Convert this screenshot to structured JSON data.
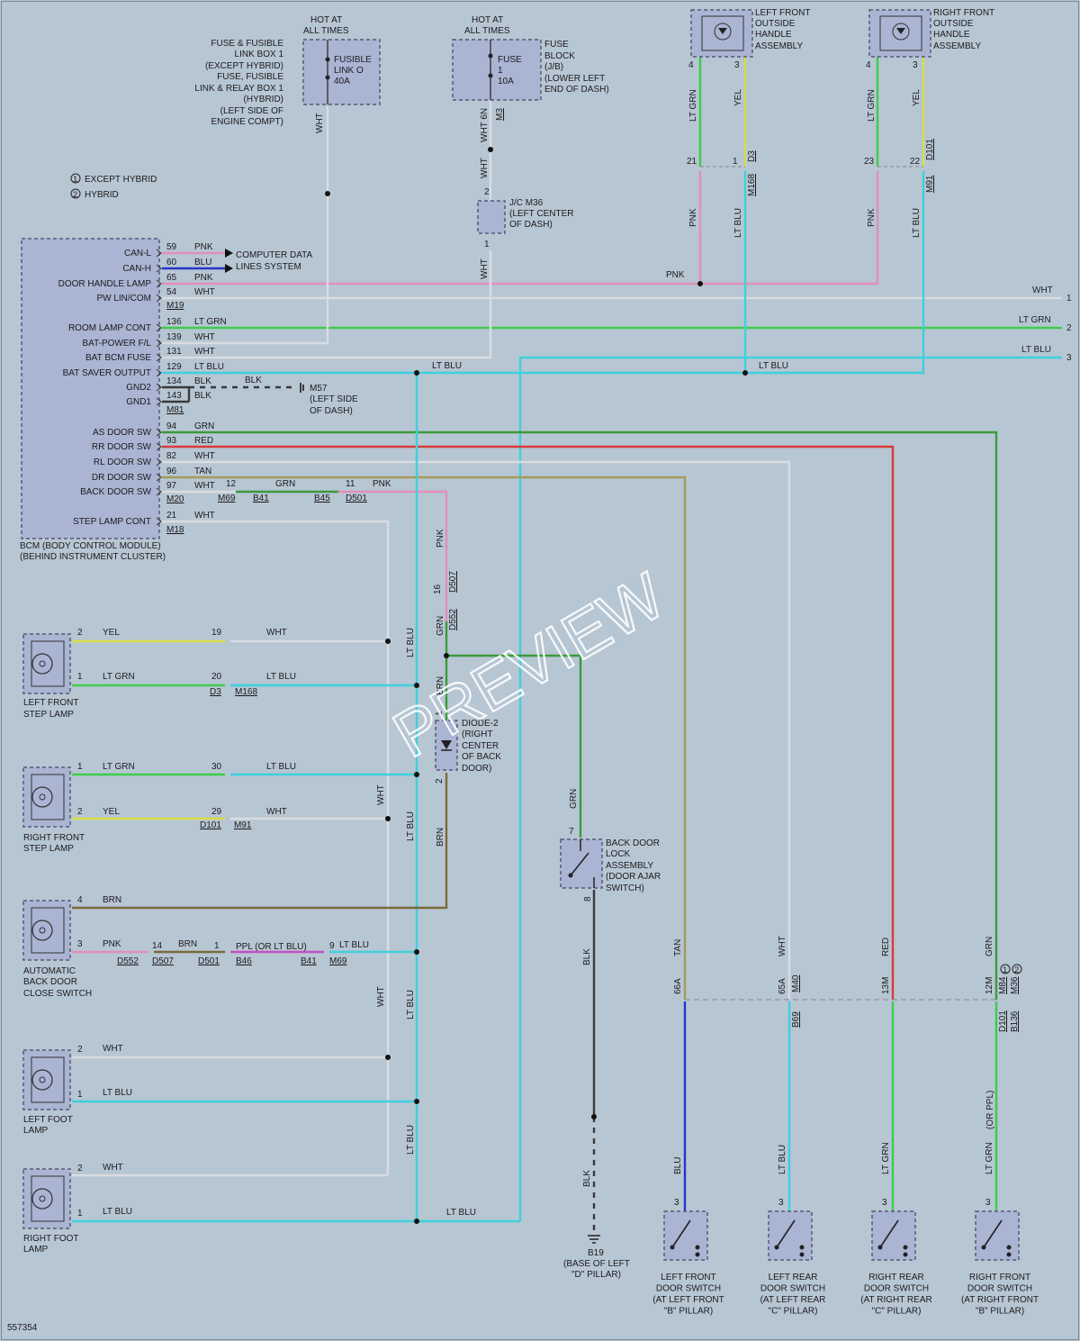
{
  "drawing_id": "557354",
  "watermark": "PREVIEW",
  "legend": [
    "EXCEPT HYBRID",
    "HYBRID"
  ],
  "legend_marks": [
    "1",
    "2"
  ],
  "sources": {
    "hot1": [
      "HOT AT",
      "ALL TIMES"
    ],
    "hot2": [
      "HOT AT",
      "ALL TIMES"
    ],
    "fusible_box_desc": [
      "FUSE & FUSIBLE",
      "LINK BOX 1",
      "(EXCEPT HYBRID)",
      "FUSE, FUSIBLE",
      "LINK & RELAY BOX 1",
      "(HYBRID)",
      "(LEFT SIDE OF",
      "ENGINE COMPT)"
    ],
    "fusible_inner": [
      "FUSIBLE",
      "LINK O",
      "40A"
    ],
    "fuse_block_desc": [
      "FUSE",
      "BLOCK",
      "(J/B)",
      "(LOWER LEFT",
      "END OF DASH)"
    ],
    "fuse_inner": [
      "FUSE",
      "1",
      "10A"
    ],
    "jc_desc": [
      "J/C M36",
      "(LEFT CENTER",
      "OF DASH)"
    ],
    "ground_m57": [
      "M57",
      "(LEFT SIDE",
      "OF DASH)"
    ],
    "wire_wht": "WHT",
    "wire_wht_6n": "WHT 6N",
    "conn_m3": "M3",
    "jc_pin_top": "2",
    "jc_pin_bot": "1"
  },
  "handles": {
    "left": [
      "LEFT FRONT",
      "OUTSIDE",
      "HANDLE",
      "ASSEMBLY"
    ],
    "right": [
      "RIGHT FRONT",
      "OUTSIDE",
      "HANDLE",
      "ASSEMBLY"
    ],
    "left_pins": [
      "4",
      "3",
      "21",
      "1"
    ],
    "right_pins": [
      "4",
      "3",
      "23",
      "22"
    ],
    "left_conns": [
      "D3",
      "M168"
    ],
    "right_conns": [
      "D101",
      "M91"
    ]
  },
  "bcm": {
    "name": [
      "BCM (BODY CONTROL MODULE)",
      "(BEHIND INSTRUMENT CLUSTER)"
    ],
    "pins": [
      {
        "label": "CAN-L",
        "pin": "59",
        "color": "PNK"
      },
      {
        "label": "CAN-H",
        "pin": "60",
        "color": "BLU"
      },
      {
        "label": "DOOR HANDLE LAMP",
        "pin": "65",
        "color": "PNK"
      },
      {
        "label": "PW LIN/COM",
        "pin": "54",
        "color": "WHT"
      },
      {
        "label": "ROOM LAMP CONT",
        "pin": "136",
        "color": "LT GRN"
      },
      {
        "label": "BAT-POWER F/L",
        "pin": "139",
        "color": "WHT"
      },
      {
        "label": "BAT BCM FUSE",
        "pin": "131",
        "color": "WHT"
      },
      {
        "label": "BAT SAVER OUTPUT",
        "pin": "129",
        "color": "LT BLU"
      },
      {
        "label": "GND2",
        "pin": "134",
        "color": "BLK"
      },
      {
        "label": "GND1",
        "pin": "143",
        "color": "BLK"
      },
      {
        "label": "AS DOOR SW",
        "pin": "94",
        "color": "GRN"
      },
      {
        "label": "RR DOOR SW",
        "pin": "93",
        "color": "RED"
      },
      {
        "label": "RL DOOR SW",
        "pin": "82",
        "color": "WHT"
      },
      {
        "label": "DR DOOR SW",
        "pin": "96",
        "color": "TAN"
      },
      {
        "label": "BACK DOOR SW",
        "pin": "97",
        "color": "WHT"
      },
      {
        "label": "STEP LAMP CONT",
        "pin": "21",
        "color": "WHT"
      }
    ],
    "connectors": [
      "M19",
      "M81",
      "M20",
      "M18"
    ],
    "computer_data": [
      "COMPUTER DATA",
      "LINES SYSTEM"
    ],
    "back_door_path": [
      "12",
      "GRN",
      "11",
      "PNK",
      "M69",
      "B41",
      "B45",
      "D501"
    ]
  },
  "terminals": [
    {
      "num": "1",
      "color": "WHT"
    },
    {
      "num": "2",
      "color": "LT GRN"
    },
    {
      "num": "3",
      "color": "LT BLU"
    }
  ],
  "wire_labels": {
    "pnk": "PNK",
    "ltblu": "LT BLU",
    "ltgrn": "LT GRN",
    "wht": "WHT",
    "grn": "GRN",
    "brn": "BRN",
    "blk": "BLK",
    "yel": "YEL",
    "tan": "TAN",
    "red": "RED",
    "blu": "BLU",
    "blk2": "BLK",
    "or_ppl": "(OR PPL)"
  },
  "diode": {
    "name": [
      "DIODE-2",
      "(RIGHT",
      "CENTER",
      "OF BACK",
      "DOOR)"
    ],
    "pins": [
      "16",
      "D507",
      "D552",
      "1",
      "2"
    ]
  },
  "back_door_lock": {
    "name": [
      "BACK DOOR",
      "LOCK",
      "ASSEMBLY",
      "(DOOR AJAR",
      "SWITCH)"
    ],
    "pins": [
      "7",
      "8"
    ]
  },
  "ground_b19": [
    "B19",
    "(BASE OF LEFT",
    "\"D\" PILLAR)"
  ],
  "step_lamps": {
    "left": {
      "name": [
        "LEFT FRONT",
        "STEP LAMP"
      ],
      "pins": [
        "2",
        "1"
      ],
      "colors": [
        "YEL",
        "LT GRN"
      ],
      "ids": [
        "19",
        "20"
      ],
      "far_colors": [
        "WHT",
        "LT BLU"
      ],
      "conns": [
        "D3",
        "M168"
      ]
    },
    "right": {
      "name": [
        "RIGHT FRONT",
        "STEP LAMP"
      ],
      "pins": [
        "1",
        "2"
      ],
      "colors": [
        "LT GRN",
        "YEL"
      ],
      "ids": [
        "30",
        "29"
      ],
      "far_colors": [
        "LT BLU",
        "WHT"
      ],
      "conns": [
        "D101",
        "M91"
      ]
    }
  },
  "back_close": {
    "name": [
      "AUTOMATIC",
      "BACK DOOR",
      "CLOSE SWITCH"
    ],
    "pins": [
      "4",
      "3"
    ],
    "path": [
      "BRN",
      "PNK",
      "14",
      "BRN",
      "1",
      "PPL (OR LT BLU)",
      "9",
      "LT BLU"
    ],
    "conns": [
      "D552",
      "D507",
      "D501",
      "B46",
      "B41",
      "M69"
    ]
  },
  "foot_lamps": {
    "left": {
      "name": [
        "LEFT FOOT",
        "LAMP"
      ],
      "pins": [
        "2",
        "1"
      ],
      "colors": [
        "WHT",
        "LT BLU"
      ]
    },
    "right": {
      "name": [
        "RIGHT FOOT",
        "LAMP"
      ],
      "pins": [
        "2",
        "1"
      ],
      "colors": [
        "WHT",
        "LT BLU"
      ]
    }
  },
  "door_switches": [
    {
      "name": [
        "LEFT FRONT",
        "DOOR SWITCH",
        "(AT LEFT FRONT",
        "\"B\" PILLAR)"
      ],
      "upper": "TAN",
      "pin_up": "66A",
      "lower": "BLU",
      "pin": "3"
    },
    {
      "name": [
        "LEFT REAR",
        "DOOR SWITCH",
        "(AT LEFT REAR",
        "\"C\" PILLAR)"
      ],
      "upper": "WHT",
      "pin_up": "65A",
      "lower": "LT BLU",
      "pin": "3",
      "conns": [
        "M40",
        "B69"
      ]
    },
    {
      "name": [
        "RIGHT REAR",
        "DOOR SWITCH",
        "(AT RIGHT REAR",
        "\"C\" PILLAR)"
      ],
      "upper": "RED",
      "pin_up": "13M",
      "lower": "LT GRN",
      "pin": "3"
    },
    {
      "name": [
        "RIGHT FRONT",
        "DOOR SWITCH",
        "(AT RIGHT FRONT",
        "\"B\" PILLAR)"
      ],
      "upper": "GRN",
      "pin_up": "12M",
      "lower": "LT GRN",
      "pin": "3",
      "conns": [
        "M84",
        "M36",
        "D101",
        "B136"
      ]
    }
  ],
  "colors": {
    "pnk": "#e28fb8",
    "blu": "#2636c9",
    "wht": "#d8dde2",
    "ltgrn": "#3dcc4a",
    "ltblu": "#3fd0dc",
    "blk": "#3a3a3a",
    "grn": "#3b9a3b",
    "red": "#d93a3a",
    "tan": "#a49a5a",
    "yel": "#d8dc4a",
    "brn": "#7a6a3a",
    "ppl": "#c24fc2"
  }
}
